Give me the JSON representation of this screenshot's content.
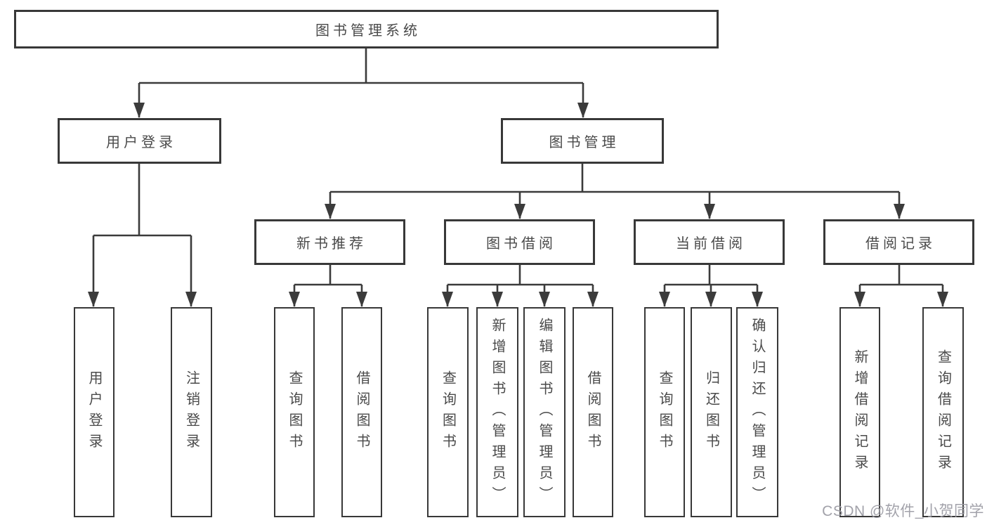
{
  "diagram": {
    "title": "图书管理系统",
    "colors": {
      "line": "#3b3b3b",
      "box_border": "#383838",
      "text": "#4a4a4a",
      "watermark": "#9b9ba3"
    },
    "tree": {
      "root": {
        "label": "图书管理系统",
        "children": [
          {
            "label": "用户登录",
            "children": [
              {
                "label": "用户登录"
              },
              {
                "label": "注销登录"
              }
            ]
          },
          {
            "label": "图书管理",
            "children": [
              {
                "label": "新书推荐",
                "children": [
                  {
                    "label": "查询图书"
                  },
                  {
                    "label": "借阅图书"
                  }
                ]
              },
              {
                "label": "图书借阅",
                "children": [
                  {
                    "label": "查询图书"
                  },
                  {
                    "label": "新增图书（管理员）"
                  },
                  {
                    "label": "编辑图书（管理员）"
                  },
                  {
                    "label": "借阅图书"
                  }
                ]
              },
              {
                "label": "当前借阅",
                "children": [
                  {
                    "label": "查询图书"
                  },
                  {
                    "label": "归还图书"
                  },
                  {
                    "label": "确认归还（管理员）"
                  }
                ]
              },
              {
                "label": "借阅记录",
                "children": [
                  {
                    "label": "新增借阅记录"
                  },
                  {
                    "label": "查询借阅记录"
                  }
                ]
              }
            ]
          }
        ]
      }
    }
  },
  "watermark": {
    "text": "CSDN @软件_小贺同学"
  }
}
